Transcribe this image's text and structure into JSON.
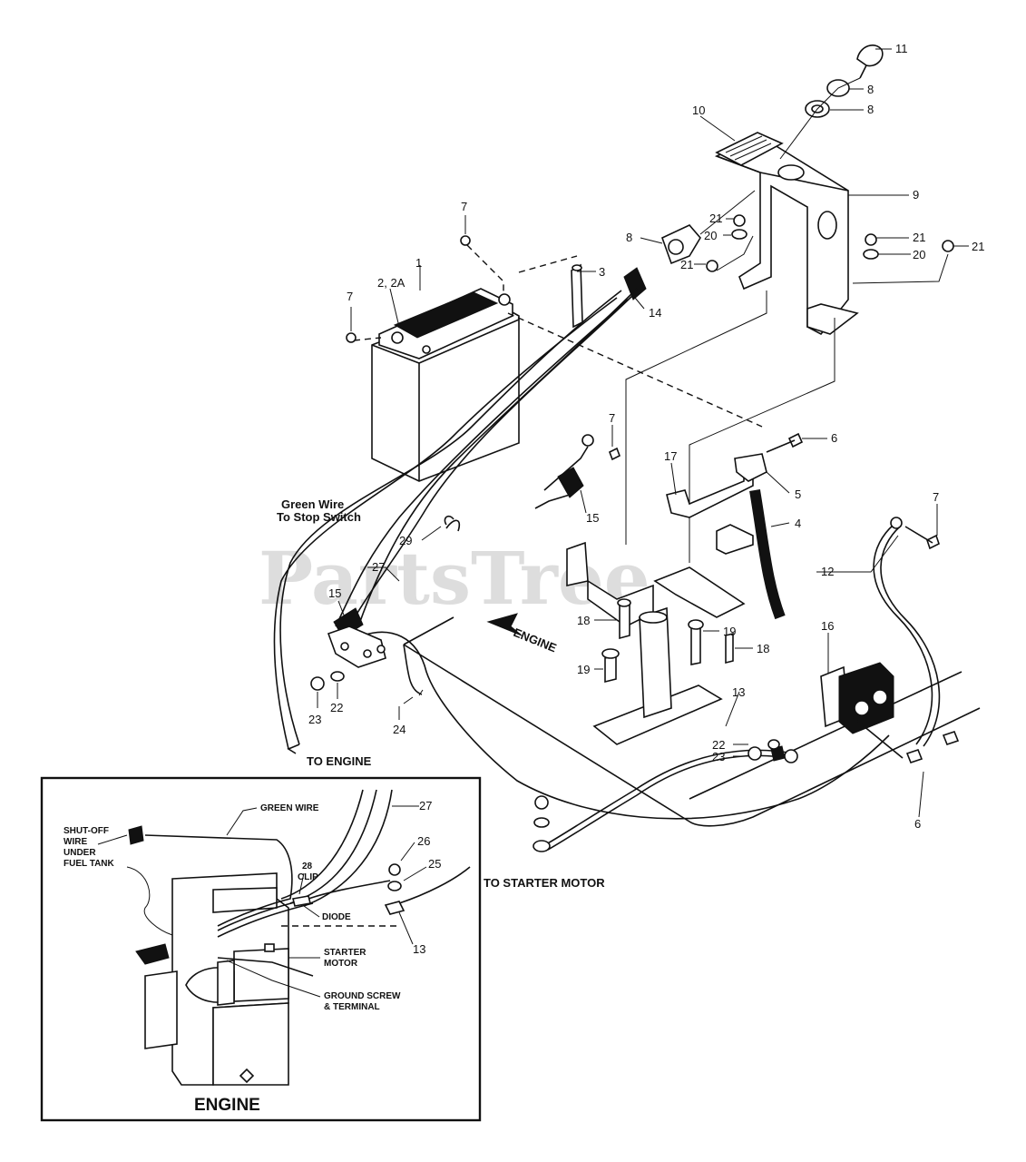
{
  "watermark": "PartsTree",
  "callouts": {
    "c1": "1",
    "c2": "2, 2A",
    "c3": "3",
    "c4": "4",
    "c5": "5",
    "c6a": "6",
    "c6b": "6",
    "c7a": "7",
    "c7b": "7",
    "c7c": "7",
    "c7d": "7",
    "c8a": "8",
    "c8b": "8",
    "c8c": "8",
    "c9": "9",
    "c10": "10",
    "c11": "11",
    "c12": "12",
    "c13a": "13",
    "c13b": "13",
    "c14": "14",
    "c15a": "15",
    "c15b": "15",
    "c16": "16",
    "c17": "17",
    "c18a": "18",
    "c18b": "18",
    "c19a": "19",
    "c19b": "19",
    "c20a": "20",
    "c20b": "20",
    "c21a": "21",
    "c21b": "21",
    "c21c": "21",
    "c21d": "21",
    "c22a": "22",
    "c22b": "22",
    "c23a": "23",
    "c23b": "23",
    "c24": "24",
    "c25": "25",
    "c26": "26",
    "c27a": "27",
    "c27b": "27",
    "c29": "29"
  },
  "labels": {
    "green_wire_1": "Green Wire",
    "green_wire_2": "To Stop Switch",
    "to_engine": "TO ENGINE",
    "to_starter": "TO STARTER MOTOR",
    "engine_arrow": "ENGINE"
  },
  "inset": {
    "green_wire": "GREEN WIRE",
    "shutoff_1": "SHUT-OFF",
    "shutoff_2": "WIRE",
    "shutoff_3": "UNDER",
    "shutoff_4": "FUEL TANK",
    "clip_1": "28",
    "clip_2": "CLIP",
    "diode": "DIODE",
    "starter_1": "STARTER",
    "starter_2": "MOTOR",
    "ground_1": "GROUND SCREW",
    "ground_2": "& TERMINAL",
    "title": "ENGINE"
  }
}
